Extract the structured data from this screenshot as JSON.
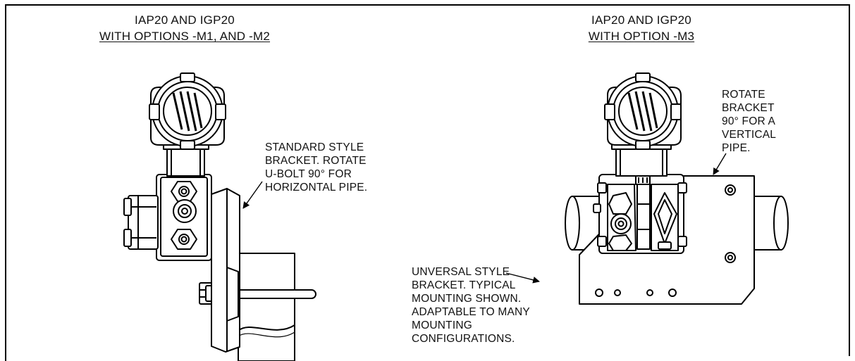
{
  "left_panel": {
    "title_line1": "IAP20 AND IGP20",
    "title_line2": "WITH OPTIONS -M1, AND -M2",
    "callout": [
      "STANDARD STYLE",
      "BRACKET. ROTATE",
      "U-BOLT 90° FOR",
      "HORIZONTAL PIPE."
    ]
  },
  "right_panel": {
    "title_line1": "IAP20 AND IGP20",
    "title_line2": "WITH OPTION -M3",
    "callout_top": [
      "ROTATE",
      "BRACKET",
      "90° FOR A",
      "VERTICAL",
      "PIPE."
    ],
    "callout_bottom": [
      "UNVERSAL STYLE",
      "BRACKET. TYPICAL",
      "MOUNTING SHOWN.",
      "ADAPTABLE TO MANY",
      "MOUNTING",
      "CONFIGURATIONS."
    ]
  },
  "icons": [
    "transmitter-housing-icon",
    "pipe-icon",
    "bracket-icon",
    "u-bolt-icon",
    "arrow-icon"
  ]
}
